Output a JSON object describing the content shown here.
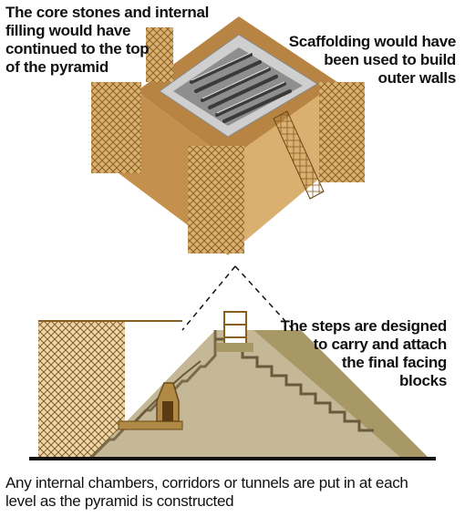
{
  "labels": {
    "core_stones": [
      "The core stones and internal",
      "filling would have",
      "continued to the top",
      "of the pyramid"
    ],
    "scaffolding": [
      "Scaffolding would have",
      "been used to build",
      "outer walls"
    ],
    "steps": [
      "The steps are designed",
      "to carry and attach",
      "the final facing",
      "blocks"
    ],
    "chambers": [
      "Any internal chambers, corridors or tunnels are put in at each",
      "level as the pyramid is constructed"
    ]
  },
  "colors": {
    "stone_light": "#d9b070",
    "stone_mid": "#c4904e",
    "stone_dark": "#a87836",
    "scaffold": "#a0702e",
    "core_top": "#c9c9c9",
    "core_inner": "#8e8e8e",
    "cross_section": "#c4b896",
    "steps": "#8a7a5c",
    "ground": "#111111"
  }
}
